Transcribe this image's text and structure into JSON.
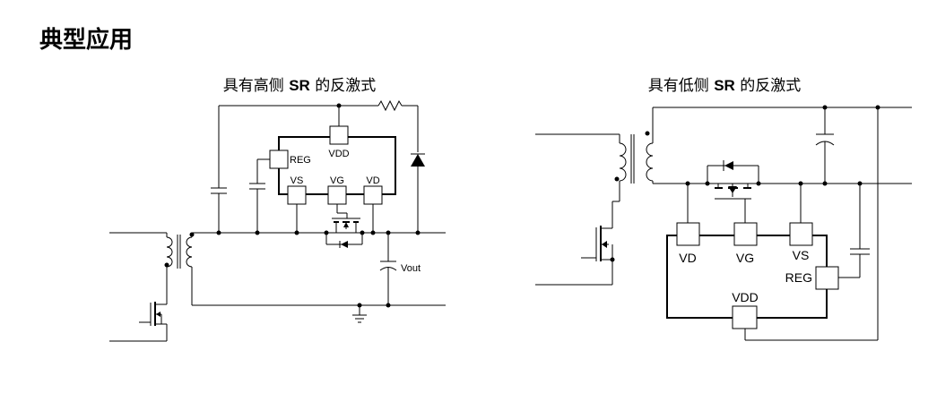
{
  "page": {
    "title": "典型应用"
  },
  "left_diagram": {
    "caption_prefix": "具有高侧 ",
    "caption_bold": "SR",
    "caption_suffix": " 的反激式",
    "pins": {
      "vdd": "VDD",
      "reg": "REG",
      "vs": "VS",
      "vg": "VG",
      "vd": "VD"
    },
    "vout_label": "Vout"
  },
  "right_diagram": {
    "caption_prefix": "具有低侧 ",
    "caption_bold": "SR",
    "caption_suffix": " 的反激式",
    "pins": {
      "vd": "VD",
      "vg": "VG",
      "vs": "VS",
      "reg": "REG",
      "vdd": "VDD"
    }
  }
}
